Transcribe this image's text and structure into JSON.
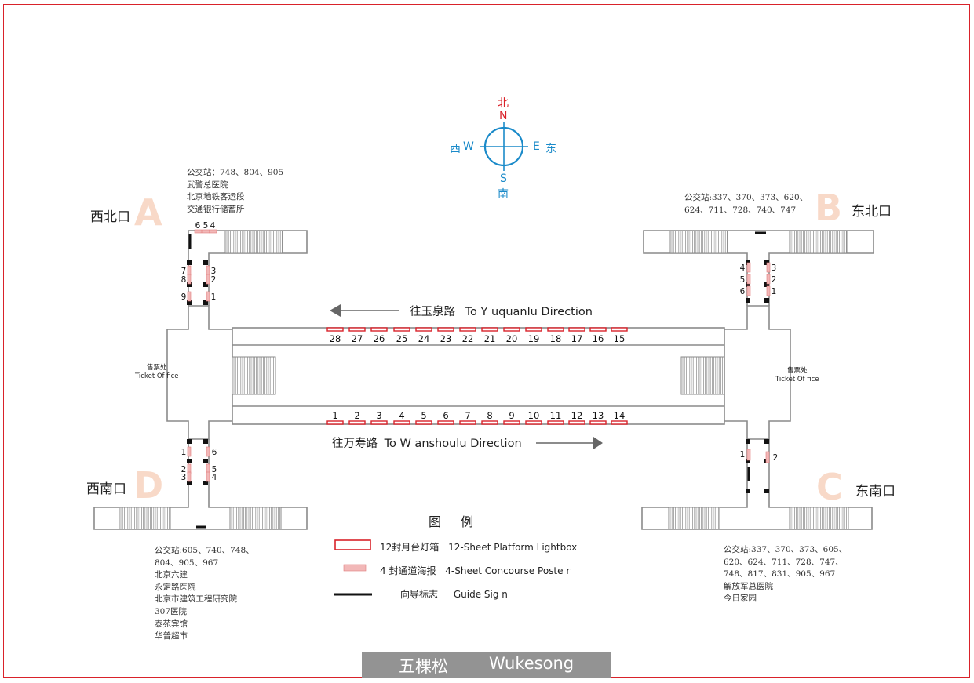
{
  "compass": {
    "north_cn": "北",
    "north_en": "N",
    "south_cn": "南",
    "south_en": "S",
    "west_cn": "西",
    "west_en": "W",
    "east_cn": "东",
    "east_en": "E",
    "north_color": "#d9222a",
    "axis_color": "#1a8ac9"
  },
  "exits": {
    "A": {
      "letter": "A",
      "name": "西北口",
      "info": [
        "公交站：748、804、905",
        "武警总医院",
        "北京地铁客运段",
        "交通银行储蓄所"
      ],
      "poster_top": [
        "6",
        "5",
        "4"
      ],
      "poster_left": [
        "7",
        "8",
        "9"
      ],
      "poster_right": [
        "3",
        "2",
        "1"
      ]
    },
    "B": {
      "letter": "B",
      "name": "东北口",
      "info": [
        "公交站:337、370、373、620、",
        "624、711、728、740、747"
      ],
      "poster_left": [
        "4",
        "5",
        "6"
      ],
      "poster_right": [
        "3",
        "2",
        "1"
      ]
    },
    "C": {
      "letter": "C",
      "name": "东南口",
      "info": [
        "公交站:337、370、373、605、",
        "620、624、711、728、747、",
        "748、817、831、905、967",
        "解放军总医院",
        "今日家园"
      ],
      "poster_left": [
        "1"
      ],
      "poster_right": [
        "2"
      ]
    },
    "D": {
      "letter": "D",
      "name": "西南口",
      "info": [
        "公交站:605、740、748、",
        "804、905、967",
        "北京六建",
        "永定路医院",
        "北京市建筑工程研究院",
        "307医院",
        "泰苑宾馆",
        "华普超市"
      ],
      "poster_left": [
        "1",
        "2",
        "3"
      ],
      "poster_right": [
        "6",
        "5",
        "4"
      ]
    }
  },
  "ticket_office": {
    "cn": "售票处",
    "en": "Ticket Of fice"
  },
  "directions": {
    "north_cn": "往玉泉路",
    "north_en": "To Y uquanlu  Direction",
    "south_cn": "往万寿路",
    "south_en": "To W anshoulu  Direction"
  },
  "platform": {
    "top_numbers": [
      "28",
      "27",
      "26",
      "25",
      "24",
      "23",
      "22",
      "21",
      "20",
      "19",
      "18",
      "17",
      "16",
      "15"
    ],
    "bottom_numbers": [
      "1",
      "2",
      "3",
      "4",
      "5",
      "6",
      "7",
      "8",
      "9",
      "10",
      "11",
      "12",
      "13",
      "14"
    ]
  },
  "legend": {
    "title": "图  例",
    "items": [
      {
        "cn": "12封月台灯箱",
        "en": "12-Sheet Platform Lightbox"
      },
      {
        "cn": "4 封通道海报",
        "en": "4-Sheet  Concourse Poste    r"
      },
      {
        "cn": "向导标志",
        "en": "Guide Sig  n"
      }
    ]
  },
  "footer": {
    "cn": "五棵松",
    "en": "Wukesong"
  },
  "colors": {
    "frame": "#d9222a",
    "lightbox": "#d9222a",
    "poster_fill": "#f2b8b8",
    "exit_letter": "#f8d9c8",
    "footer_bg": "#939393",
    "wall": "#8a8a8a"
  }
}
